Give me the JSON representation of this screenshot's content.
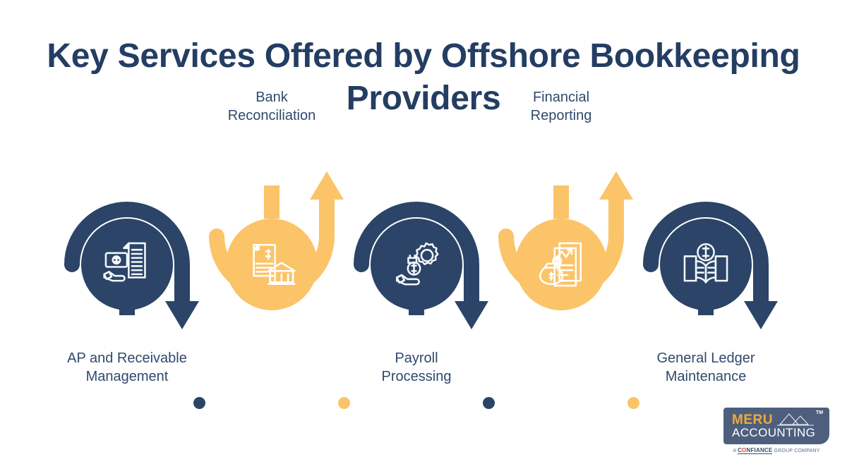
{
  "page": {
    "background": "#ffffff",
    "title_lines": [
      "Key Services Offered by Offshore Bookkeeping",
      "Providers"
    ],
    "title_color": "#243d63"
  },
  "colors": {
    "navy": "#2b4468",
    "yellow": "#fbc469",
    "title_navy": "#243d63",
    "label_navy": "#2f4a6d",
    "logo_plate": "#4e5f7e",
    "logo_orange": "#f2a93b",
    "logo_red": "#e8432e"
  },
  "flow": {
    "nodes": [
      {
        "index": 1,
        "label_lines": [
          "AP and Receivable",
          "Management"
        ],
        "color": "#2b4468",
        "ring_color": "#2b4468",
        "disc_color": "#2b4468",
        "arrow_direction": "down",
        "label_position": "below",
        "icon": "hand-cash-invoice-icon"
      },
      {
        "index": 2,
        "label_lines": [
          "Bank",
          "Reconciliation"
        ],
        "color": "#fbc469",
        "ring_color": "#fbc469",
        "disc_color": "#fbc469",
        "arrow_direction": "up",
        "label_position": "above",
        "icon": "bank-statement-icon"
      },
      {
        "index": 3,
        "label_lines": [
          "Payroll",
          "Processing"
        ],
        "color": "#2b4468",
        "ring_color": "#2b4468",
        "disc_color": "#2b4468",
        "arrow_direction": "down",
        "label_position": "below",
        "icon": "hand-coin-gear-icon"
      },
      {
        "index": 4,
        "label_lines": [
          "Financial",
          "Reporting"
        ],
        "color": "#fbc469",
        "ring_color": "#fbc469",
        "disc_color": "#fbc469",
        "arrow_direction": "up",
        "label_position": "above",
        "icon": "money-bag-report-icon"
      },
      {
        "index": 5,
        "label_lines": [
          "General Ledger",
          "Maintenance"
        ],
        "color": "#2b4468",
        "ring_color": "#2b4468",
        "disc_color": "#2b4468",
        "arrow_direction": "down",
        "label_position": "below",
        "icon": "ledger-book-dollar-icon"
      }
    ],
    "connector_dots": [
      {
        "color": "#2b4468"
      },
      {
        "color": "#fbc469"
      },
      {
        "color": "#2b4468"
      },
      {
        "color": "#fbc469"
      }
    ]
  },
  "logo": {
    "brand_primary": "MERU",
    "brand_secondary": "ACCOUNTING",
    "trademark": "TM",
    "tagline_prefix": "A ",
    "tagline_brand_before": "C",
    "tagline_brand_o": "O",
    "tagline_brand_after": "NFIANCE",
    "tagline_suffix": " GROUP COMPANY",
    "mountain_icon": "mountain-icon"
  }
}
